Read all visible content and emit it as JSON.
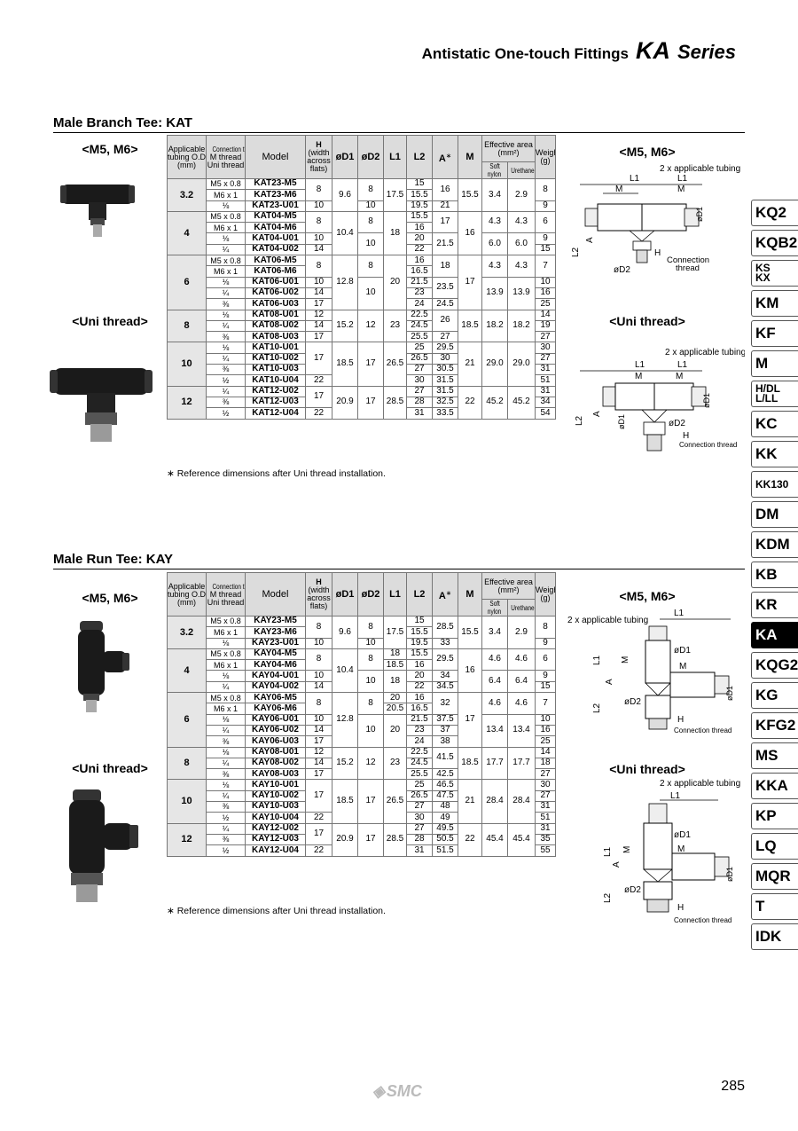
{
  "header": {
    "title": "Antistatic One-touch Fittings",
    "series": "KA",
    "series_word": "Series"
  },
  "kat": {
    "title": "Male Branch Tee: KAT",
    "label_m": "<M5, M6>",
    "label_uni": "<Uni thread>",
    "note": "∗ Reference dimensions after Uni thread installation.",
    "rows": [
      [
        "3.2",
        "M5 x 0.8",
        "KAT23-M5",
        "8",
        "9.6",
        "8",
        "17.5",
        "15",
        "16",
        "15.5",
        "3.4",
        "2.9",
        "8"
      ],
      [
        "",
        "M6 x 1",
        "KAT23-M6",
        "",
        "",
        "",
        "",
        "15.5",
        "",
        "",
        "",
        "",
        ""
      ],
      [
        "",
        "1/8",
        "KAT23-U01",
        "10",
        "",
        "10",
        "",
        "19.5",
        "21",
        "",
        "",
        "",
        "9"
      ],
      [
        "4",
        "M5 x 0.8",
        "KAT04-M5",
        "8",
        "10.4",
        "8",
        "18",
        "15.5",
        "17",
        "16",
        "4.3",
        "4.3",
        "6"
      ],
      [
        "",
        "M6 x 1",
        "KAT04-M6",
        "",
        "",
        "",
        "",
        "16",
        "",
        "",
        "",
        "",
        ""
      ],
      [
        "",
        "1/8",
        "KAT04-U01",
        "10",
        "",
        "10",
        "",
        "20",
        "21.5",
        "",
        "6.0",
        "6.0",
        "9"
      ],
      [
        "",
        "1/4",
        "KAT04-U02",
        "14",
        "",
        "",
        "",
        "22",
        "",
        "",
        "",
        "",
        "15"
      ],
      [
        "6",
        "M5 x 0.8",
        "KAT06-M5",
        "8",
        "12.8",
        "8",
        "20",
        "16",
        "18",
        "17",
        "4.3",
        "4.3",
        "7"
      ],
      [
        "",
        "M6 x 1",
        "KAT06-M6",
        "",
        "",
        "",
        "",
        "16.5",
        "",
        "",
        "",
        "",
        ""
      ],
      [
        "",
        "1/8",
        "KAT06-U01",
        "10",
        "",
        "10",
        "",
        "21.5",
        "23.5",
        "",
        "13.9",
        "13.9",
        "10"
      ],
      [
        "",
        "1/4",
        "KAT06-U02",
        "14",
        "",
        "",
        "",
        "23",
        "",
        "",
        "",
        "",
        "16"
      ],
      [
        "",
        "3/8",
        "KAT06-U03",
        "17",
        "",
        "",
        "",
        "24",
        "24.5",
        "",
        "",
        "",
        "25"
      ],
      [
        "8",
        "1/8",
        "KAT08-U01",
        "12",
        "15.2",
        "12",
        "23",
        "22.5",
        "26",
        "18.5",
        "18.2",
        "18.2",
        "14"
      ],
      [
        "",
        "1/4",
        "KAT08-U02",
        "14",
        "",
        "",
        "",
        "24.5",
        "",
        "",
        "",
        "",
        "19"
      ],
      [
        "",
        "3/8",
        "KAT08-U03",
        "17",
        "",
        "",
        "",
        "25.5",
        "27",
        "",
        "",
        "",
        "27"
      ],
      [
        "10",
        "1/8",
        "KAT10-U01",
        "17",
        "18.5",
        "17",
        "26.5",
        "25",
        "29.5",
        "21",
        "29.0",
        "29.0",
        "30"
      ],
      [
        "",
        "1/4",
        "KAT10-U02",
        "",
        "",
        "",
        "",
        "26.5",
        "30",
        "",
        "",
        "",
        "27"
      ],
      [
        "",
        "3/8",
        "KAT10-U03",
        "",
        "",
        "",
        "",
        "27",
        "30.5",
        "",
        "",
        "",
        "31"
      ],
      [
        "",
        "1/2",
        "KAT10-U04",
        "22",
        "",
        "",
        "",
        "30",
        "31.5",
        "",
        "",
        "",
        "51"
      ],
      [
        "12",
        "1/4",
        "KAT12-U02",
        "17",
        "20.9",
        "17",
        "28.5",
        "27",
        "31.5",
        "22",
        "45.2",
        "45.2",
        "31"
      ],
      [
        "",
        "3/8",
        "KAT12-U03",
        "",
        "",
        "",
        "",
        "28",
        "32.5",
        "",
        "",
        "",
        "34"
      ],
      [
        "",
        "1/2",
        "KAT12-U04",
        "22",
        "",
        "",
        "",
        "31",
        "33.5",
        "",
        "",
        "",
        "54"
      ]
    ]
  },
  "kay": {
    "title": "Male Run Tee: KAY",
    "label_m": "<M5, M6>",
    "label_uni": "<Uni thread>",
    "note": "∗ Reference dimensions after Uni thread installation.",
    "rows": [
      [
        "3.2",
        "M5 x 0.8",
        "KAY23-M5",
        "8",
        "9.6",
        "8",
        "17.5",
        "15",
        "28.5",
        "15.5",
        "3.4",
        "2.9",
        "8"
      ],
      [
        "",
        "M6 x 1",
        "KAY23-M6",
        "",
        "",
        "",
        "",
        "15.5",
        "",
        "",
        "",
        "",
        ""
      ],
      [
        "",
        "1/8",
        "KAY23-U01",
        "10",
        "",
        "10",
        "",
        "19.5",
        "33",
        "",
        "",
        "",
        "9"
      ],
      [
        "4",
        "M5 x 0.8",
        "KAY04-M5",
        "8",
        "10.4",
        "8",
        "18",
        "15.5",
        "29.5",
        "16",
        "4.6",
        "4.6",
        "6"
      ],
      [
        "",
        "M6 x 1",
        "KAY04-M6",
        "",
        "",
        "",
        "18.5",
        "16",
        "",
        "",
        "",
        "",
        ""
      ],
      [
        "",
        "1/8",
        "KAY04-U01",
        "10",
        "",
        "10",
        "18",
        "20",
        "34",
        "",
        "6.4",
        "6.4",
        "9"
      ],
      [
        "",
        "1/4",
        "KAY04-U02",
        "14",
        "",
        "",
        "",
        "22",
        "34.5",
        "",
        "",
        "",
        "15"
      ],
      [
        "6",
        "M5 x 0.8",
        "KAY06-M5",
        "8",
        "12.8",
        "8",
        "20",
        "16",
        "32",
        "17",
        "4.6",
        "4.6",
        "7"
      ],
      [
        "",
        "M6 x 1",
        "KAY06-M6",
        "",
        "",
        "",
        "20.5",
        "16.5",
        "",
        "",
        "",
        "",
        ""
      ],
      [
        "",
        "1/8",
        "KAY06-U01",
        "10",
        "",
        "10",
        "20",
        "21.5",
        "37.5",
        "",
        "13.4",
        "13.4",
        "10"
      ],
      [
        "",
        "1/4",
        "KAY06-U02",
        "14",
        "",
        "",
        "",
        "23",
        "37",
        "",
        "",
        "",
        "16"
      ],
      [
        "",
        "3/8",
        "KAY06-U03",
        "17",
        "",
        "",
        "",
        "24",
        "38",
        "",
        "",
        "",
        "25"
      ],
      [
        "8",
        "1/8",
        "KAY08-U01",
        "12",
        "15.2",
        "12",
        "23",
        "22.5",
        "41.5",
        "18.5",
        "17.7",
        "17.7",
        "14"
      ],
      [
        "",
        "1/4",
        "KAY08-U02",
        "14",
        "",
        "",
        "",
        "24.5",
        "",
        "",
        "",
        "",
        "18"
      ],
      [
        "",
        "3/8",
        "KAY08-U03",
        "17",
        "",
        "",
        "",
        "25.5",
        "42.5",
        "",
        "",
        "",
        "27"
      ],
      [
        "10",
        "1/8",
        "KAY10-U01",
        "17",
        "18.5",
        "17",
        "26.5",
        "25",
        "46.5",
        "21",
        "28.4",
        "28.4",
        "30"
      ],
      [
        "",
        "1/4",
        "KAY10-U02",
        "",
        "",
        "",
        "",
        "26.5",
        "47.5",
        "",
        "",
        "",
        "27"
      ],
      [
        "",
        "3/8",
        "KAY10-U03",
        "",
        "",
        "",
        "",
        "27",
        "48",
        "",
        "",
        "",
        "31"
      ],
      [
        "",
        "1/2",
        "KAY10-U04",
        "22",
        "",
        "",
        "",
        "30",
        "49",
        "",
        "",
        "",
        "51"
      ],
      [
        "12",
        "1/4",
        "KAY12-U02",
        "17",
        "20.9",
        "17",
        "28.5",
        "27",
        "49.5",
        "22",
        "45.4",
        "45.4",
        "31"
      ],
      [
        "",
        "3/8",
        "KAY12-U03",
        "",
        "",
        "",
        "",
        "28",
        "50.5",
        "",
        "",
        "",
        "35"
      ],
      [
        "",
        "1/2",
        "KAY12-U04",
        "22",
        "",
        "",
        "",
        "31",
        "51.5",
        "",
        "",
        "",
        "55"
      ]
    ]
  },
  "table_headers": {
    "tubing": [
      "Applicable",
      "tubing O.D.",
      "(mm)"
    ],
    "conn": [
      "Connection thread",
      "M thread",
      "Uni thread"
    ],
    "model": "Model",
    "h": [
      "H",
      "(width",
      "across",
      "flats)"
    ],
    "d1": "øD1",
    "d2": "øD2",
    "l1": "L1",
    "l2": "L2",
    "a": "A",
    "a_sup": "∗",
    "m": "M",
    "eff": "Effective area",
    "eff_unit": "(mm²)",
    "soft": [
      "Soft",
      "nylon"
    ],
    "ure": "Urethane",
    "weight": [
      "Weight",
      "(g)"
    ]
  },
  "diagram_labels": {
    "tubing2": "2 x applicable tubing",
    "conn": [
      "Connection",
      "thread"
    ],
    "conn_uni": "Connection thread",
    "L1": "L1",
    "L2": "L2",
    "M": "M",
    "A": "A",
    "H": "H",
    "D1": "øD1",
    "D2": "øD2"
  },
  "tabs": [
    "KQ2",
    "KQB2",
    "KS KX",
    "KM",
    "KF",
    "M",
    "H/DL L/LL",
    "KC",
    "KK",
    "KK130",
    "DM",
    "KDM",
    "KB",
    "KR",
    "KA",
    "KQG2",
    "KG",
    "KFG2",
    "MS",
    "KKA",
    "KP",
    "LQ",
    "MQR",
    "T",
    "IDK"
  ],
  "active_tab": "KA",
  "footer": {
    "logo": "SMC",
    "page": "285"
  }
}
